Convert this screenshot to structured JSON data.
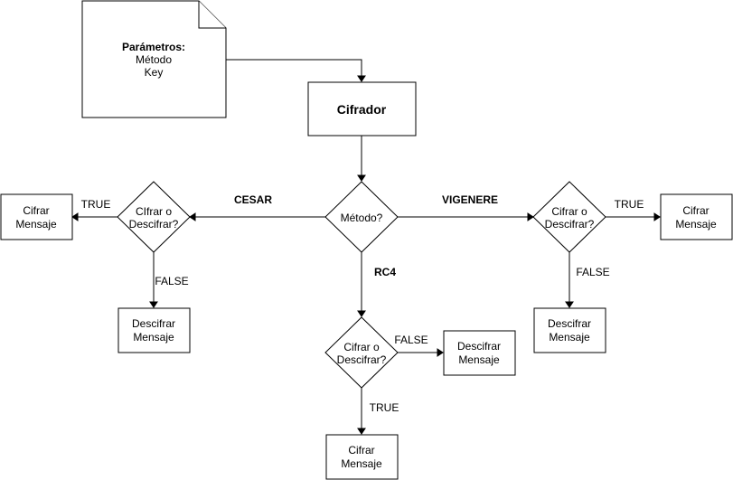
{
  "params": {
    "title": "Parámetros:",
    "line1": "Método",
    "line2": "Key"
  },
  "cifrador": "Cifrador",
  "metodo": "Método?",
  "edges": {
    "cesar": "CESAR",
    "vigenere": "VIGENERE",
    "rc4": "RC4"
  },
  "left": {
    "decision_1": "CIfrar o",
    "decision_2": "Descifrar?",
    "true_label": "TRUE",
    "false_label": "FALSE",
    "cifrar_1": "Cifrar",
    "cifrar_2": "Mensaje",
    "descifrar_1": "Descifrar",
    "descifrar_2": "Mensaje"
  },
  "right": {
    "decision_1": "Cifrar o",
    "decision_2": "Descifrar?",
    "true_label": "TRUE",
    "false_label": "FALSE",
    "cifrar_1": "Cifrar",
    "cifrar_2": "Mensaje",
    "descifrar_1": "Descifrar",
    "descifrar_2": "Mensaje"
  },
  "bottom": {
    "decision_1": "Cifrar o",
    "decision_2": "Descifrar?",
    "true_label": "TRUE",
    "false_label": "FALSE",
    "cifrar_1": "Cifrar",
    "cifrar_2": "Mensaje",
    "descifrar_1": "Descifrar",
    "descifrar_2": "Mensaje"
  }
}
